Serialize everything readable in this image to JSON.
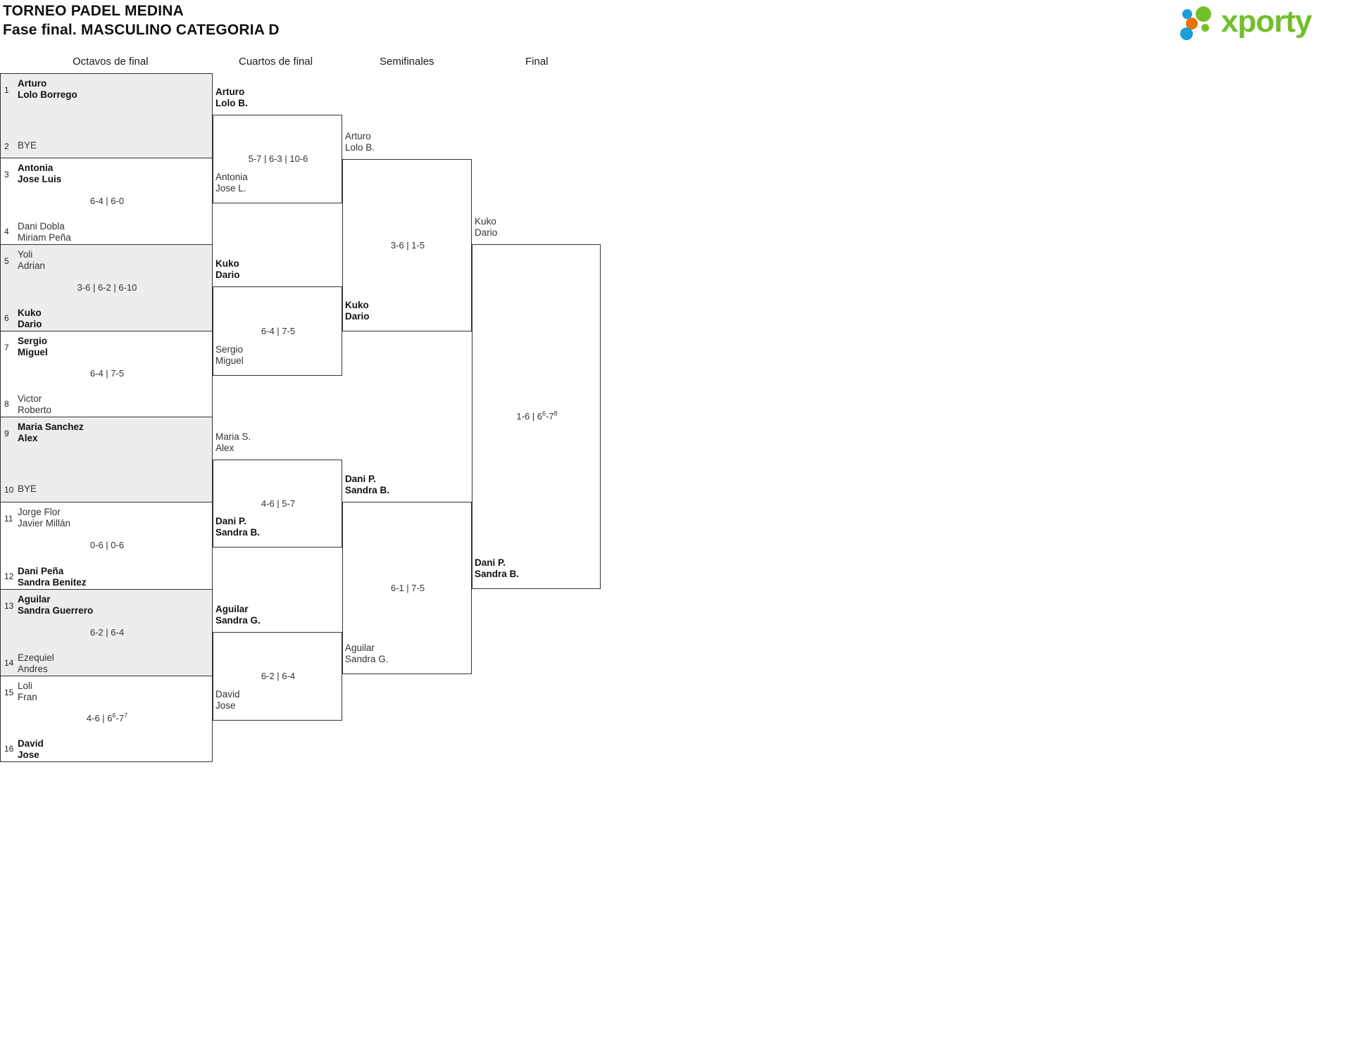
{
  "header": {
    "title_line1": "TORNEO PADEL MEDINA",
    "title_line2": "Fase final. MASCULINO CATEGORIA D",
    "logo_text": "xporty",
    "logo_colors": {
      "green": "#72bf2a",
      "blue": "#1b9fd8",
      "orange": "#e8730c"
    }
  },
  "rounds": [
    {
      "label": "Octavos de final"
    },
    {
      "label": "Cuartos de final"
    },
    {
      "label": "Semifinales"
    },
    {
      "label": "Final"
    }
  ],
  "bracket": {
    "octavos": [
      {
        "shaded": true,
        "top": {
          "seed": "1",
          "line1": "Arturo",
          "line2": "Lolo Borrego",
          "winner": true
        },
        "bottom": {
          "seed": "2",
          "bye": "BYE",
          "winner": false
        },
        "score": ""
      },
      {
        "shaded": false,
        "top": {
          "seed": "3",
          "line1": "Antonia",
          "line2": "Jose Luis",
          "winner": true
        },
        "bottom": {
          "seed": "4",
          "line1": "Dani Dobla",
          "line2": "Miriam Peña",
          "winner": false
        },
        "score": "6-4 | 6-0"
      },
      {
        "shaded": true,
        "top": {
          "seed": "5",
          "line1": "Yoli",
          "line2": "Adrian",
          "winner": false
        },
        "bottom": {
          "seed": "6",
          "line1": "Kuko",
          "line2": "Dario",
          "winner": true
        },
        "score": "3-6 | 6-2 | 6-10"
      },
      {
        "shaded": false,
        "top": {
          "seed": "7",
          "line1": "Sergio",
          "line2": "Miguel",
          "winner": true
        },
        "bottom": {
          "seed": "8",
          "line1": "Victor",
          "line2": "Roberto",
          "winner": false
        },
        "score": "6-4 | 7-5"
      },
      {
        "shaded": true,
        "top": {
          "seed": "9",
          "line1": "Maria Sanchez",
          "line2": "Alex",
          "winner": true
        },
        "bottom": {
          "seed": "10",
          "bye": "BYE",
          "winner": false
        },
        "score": ""
      },
      {
        "shaded": false,
        "top": {
          "seed": "11",
          "line1": "Jorge Flor",
          "line2": "Javier Millán",
          "winner": false
        },
        "bottom": {
          "seed": "12",
          "line1": "Dani Peña",
          "line2": "Sandra Benitez",
          "winner": true
        },
        "score": "0-6 | 0-6"
      },
      {
        "shaded": true,
        "top": {
          "seed": "13",
          "line1": "Aguilar",
          "line2": "Sandra Guerrero",
          "winner": true
        },
        "bottom": {
          "seed": "14",
          "line1": "Ezequiel",
          "line2": "Andres",
          "winner": false
        },
        "score": "6-2 | 6-4"
      },
      {
        "shaded": false,
        "top": {
          "seed": "15",
          "line1": "Loli",
          "line2": "Fran",
          "winner": false
        },
        "bottom": {
          "seed": "16",
          "line1": "David",
          "line2": "Jose",
          "winner": true
        },
        "score_html": "4-6 | 6<sup>6</sup>-7<sup>7</sup>"
      }
    ],
    "cuartos": [
      {
        "top": {
          "line1": "Arturo",
          "line2": "Lolo B.",
          "winner": true
        },
        "bottom": {
          "line1": "Antonia",
          "line2": "Jose L.",
          "winner": false
        },
        "score": "5-7 | 6-3 | 10-6"
      },
      {
        "top": {
          "line1": "Kuko",
          "line2": "Dario",
          "winner": true
        },
        "bottom": {
          "line1": "Sergio",
          "line2": "Miguel",
          "winner": false
        },
        "score": "6-4 | 7-5"
      },
      {
        "top": {
          "line1": "Maria S.",
          "line2": "Alex",
          "winner": false
        },
        "bottom": {
          "line1": "Dani P.",
          "line2": "Sandra B.",
          "winner": true
        },
        "score": "4-6 | 5-7"
      },
      {
        "top": {
          "line1": "Aguilar",
          "line2": "Sandra G.",
          "winner": true
        },
        "bottom": {
          "line1": "David",
          "line2": "Jose",
          "winner": false
        },
        "score": "6-2 | 6-4"
      }
    ],
    "semifinales": [
      {
        "top": {
          "line1": "Arturo",
          "line2": "Lolo B.",
          "winner": false
        },
        "bottom": {
          "line1": "Kuko",
          "line2": "Dario",
          "winner": true
        },
        "score": "3-6 | 1-5"
      },
      {
        "top": {
          "line1": "Dani P.",
          "line2": "Sandra B.",
          "winner": true
        },
        "bottom": {
          "line1": "Aguilar",
          "line2": "Sandra G.",
          "winner": false
        },
        "score": "6-1 | 7-5"
      }
    ],
    "final": [
      {
        "top": {
          "line1": "Kuko",
          "line2": "Dario",
          "winner": false
        },
        "bottom": {
          "line1": "Dani P.",
          "line2": "Sandra B.",
          "winner": true
        },
        "score_html": "1-6 | 6<sup>6</sup>-7<sup>8</sup>"
      }
    ]
  }
}
